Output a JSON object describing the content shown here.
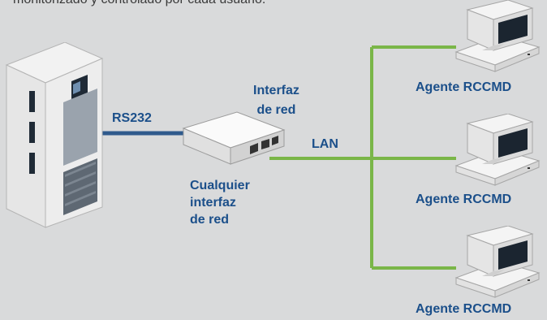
{
  "intro_text": "monitorizado y controlado por cada usuario.",
  "labels": {
    "serial": "RS232",
    "network_card": "Interfaz\nde red",
    "any_card": "Cualquier\ninterfaz\nde red",
    "lan": "LAN",
    "agent_1": "Agente RCCMD",
    "agent_2": "Agente RCCMD",
    "agent_3": "Agente RCCMD"
  },
  "colors": {
    "background": "#d9dadb",
    "label": "#1b4f8a",
    "serial_cable": "#2f5a8c",
    "lan_cable": "#7ab648"
  }
}
